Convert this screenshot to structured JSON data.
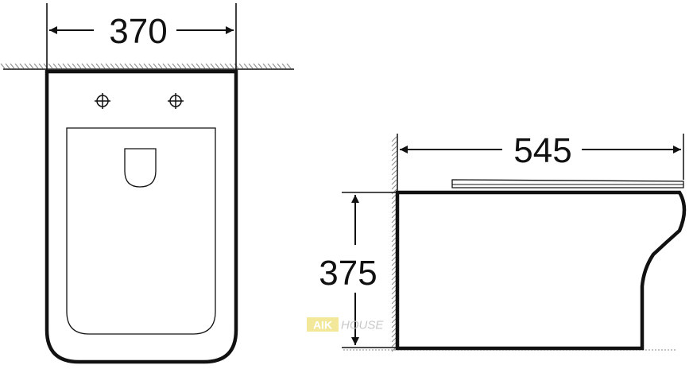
{
  "top_view": {
    "width_dimension": "370"
  },
  "side_view": {
    "depth_dimension": "545",
    "height_dimension": "375"
  },
  "watermark": {
    "brand_a": "AIK",
    "brand_b": "HOUSE"
  },
  "colors": {
    "line": "#111111",
    "hatch": "#8a8a8a",
    "watermark_box": "#f3e89a",
    "watermark_text": "#c8c8c8"
  }
}
